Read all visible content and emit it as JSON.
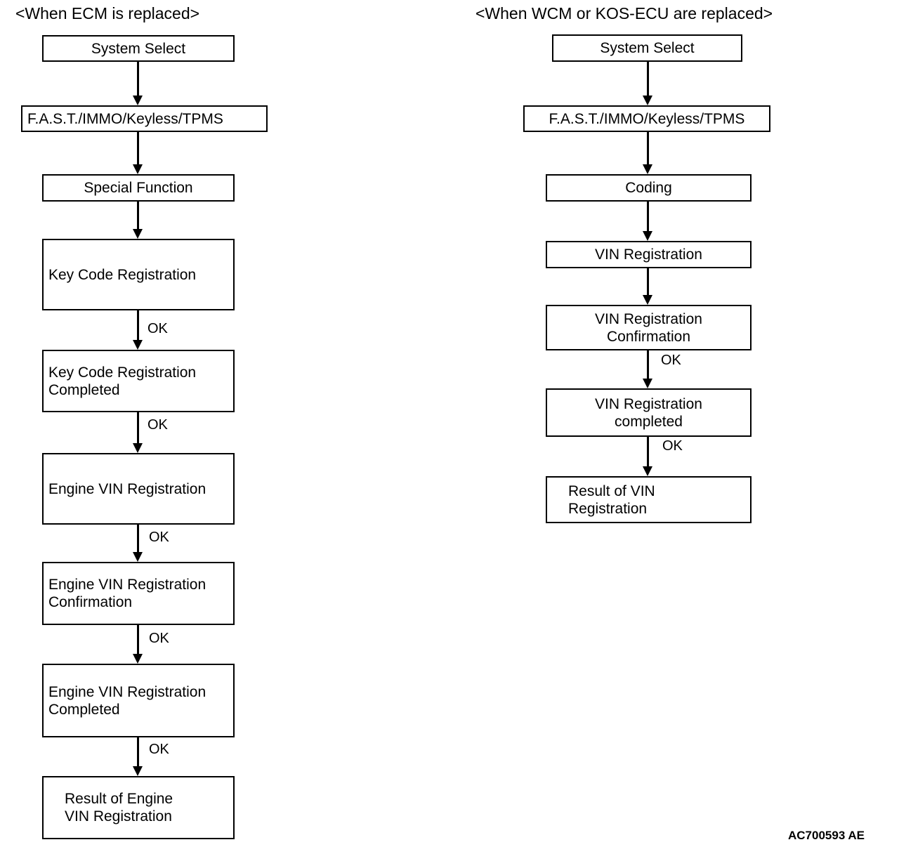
{
  "diagram": {
    "title_left": "<When ECM is replaced>",
    "title_right": "<When WCM or KOS-ECU are replaced>",
    "reference_code": "AC700593 AE",
    "columns": [
      {
        "id": "ecm",
        "header": "<When ECM is replaced>",
        "nodes": [
          {
            "id": "l1",
            "label": "System Select"
          },
          {
            "id": "l2",
            "label": "F.A.S.T./IMMO/Keyless/TPMS"
          },
          {
            "id": "l3",
            "label": "Special Function"
          },
          {
            "id": "l4",
            "label": "Key Code Registration"
          },
          {
            "id": "l5",
            "label": "Key Code Registration\nCompleted"
          },
          {
            "id": "l6",
            "label": "Engine VIN Registration"
          },
          {
            "id": "l7",
            "label": "Engine VIN Registration\nConfirmation"
          },
          {
            "id": "l8",
            "label": "Engine VIN Registration\nCompleted"
          },
          {
            "id": "l9",
            "label": "Result of Engine\nVIN Registration"
          }
        ],
        "edge_labels": [
          "",
          "",
          "",
          "OK",
          "OK",
          "OK",
          "OK",
          "OK"
        ]
      },
      {
        "id": "wcm",
        "header": "<When WCM or KOS-ECU are replaced>",
        "nodes": [
          {
            "id": "r1",
            "label": "System Select"
          },
          {
            "id": "r2",
            "label": "F.A.S.T./IMMO/Keyless/TPMS"
          },
          {
            "id": "r3",
            "label": "Coding"
          },
          {
            "id": "r4",
            "label": "VIN Registration"
          },
          {
            "id": "r5",
            "label": "VIN Registration\nConfirmation"
          },
          {
            "id": "r6",
            "label": "VIN Registration\ncompleted"
          },
          {
            "id": "r7",
            "label": "Result of VIN\nRegistration"
          }
        ],
        "edge_labels": [
          "",
          "",
          "",
          "OK",
          "OK",
          "OK"
        ]
      }
    ],
    "edge_ok_left": {
      "e1": "OK",
      "e2": "OK",
      "e3": "OK",
      "e4": "OK",
      "e5": "OK"
    },
    "edge_ok_right": {
      "e1": "OK",
      "e2": "OK",
      "e3": "OK"
    }
  },
  "colors": {
    "stroke": "#000000",
    "background": "#ffffff",
    "text": "#000000"
  }
}
